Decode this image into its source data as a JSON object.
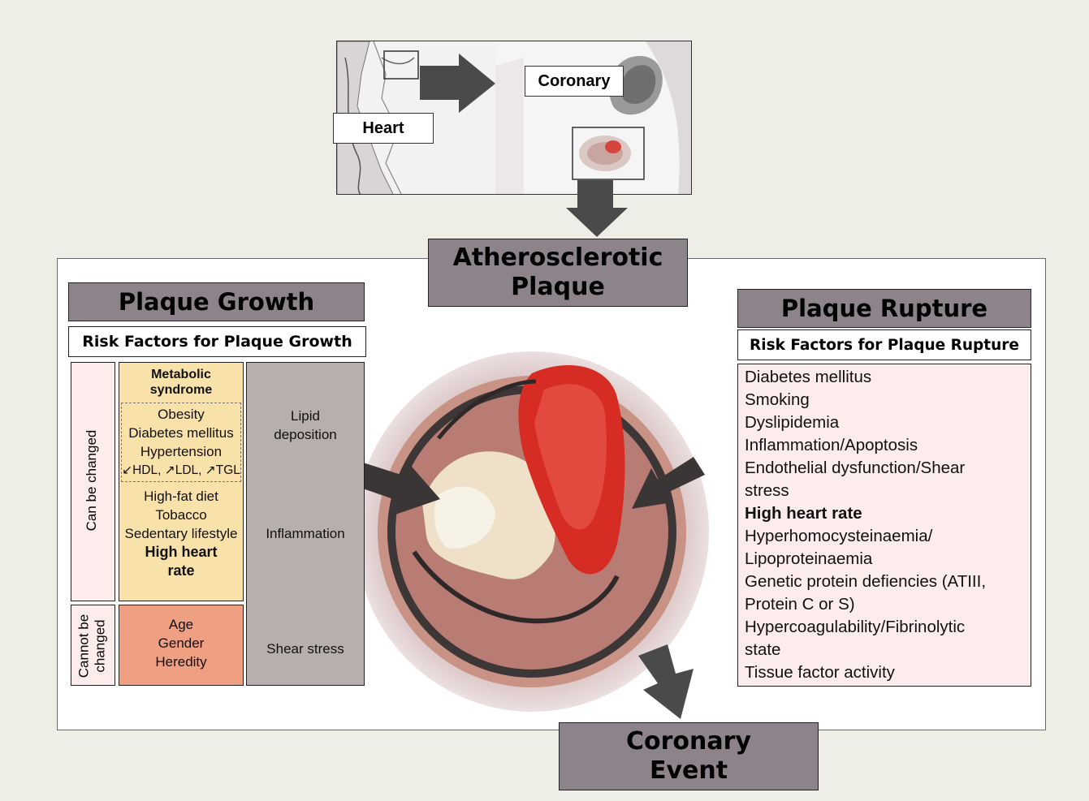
{
  "top_panel": {
    "heart_label": "Heart",
    "coronary_label": "Coronary"
  },
  "center": {
    "plaque_title_line1": "Atherosclerotic",
    "plaque_title_line2": "Plaque",
    "event_title_line1": "Coronary",
    "event_title_line2": "Event"
  },
  "growth": {
    "title": "Plaque Growth",
    "risk_header": "Risk Factors for Plaque Growth",
    "can_be_changed": "Can be changed",
    "cannot_be_changed_line1": "Cannot be",
    "cannot_be_changed_line2": "changed",
    "metabolic_line1": "Metabolic",
    "metabolic_line2": "syndrome",
    "metabolic_items": [
      "Obesity",
      "Diabetes mellitus",
      "Hypertension"
    ],
    "lipid_item": "HDL, ↗LDL, ↗TGL",
    "lipid_arrows": {
      "hdl": "↙",
      "ldl": "↗",
      "tgl": "↗"
    },
    "lipid_hdl": "HDL,",
    "lipid_ldl": "LDL,",
    "lipid_tgl": "TGL",
    "lifestyle_items": [
      "High-fat diet",
      "Tobacco",
      "Sedentary lifestyle"
    ],
    "heart_rate_line1": "High heart",
    "heart_rate_line2": "rate",
    "fixed_items": [
      "Age",
      "Gender",
      "Heredity"
    ],
    "mechanisms": {
      "lipid_line1": "Lipid",
      "lipid_line2": "deposition",
      "inflammation": "Inflammation",
      "shear": "Shear stress"
    }
  },
  "rupture": {
    "title": "Plaque Rupture",
    "risk_header": "Risk Factors for Plaque Rupture",
    "items": [
      {
        "text": "Diabetes mellitus",
        "bold": false
      },
      {
        "text": "Smoking",
        "bold": false
      },
      {
        "text": "Dyslipidemia",
        "bold": false
      },
      {
        "text": "Inflammation/Apoptosis",
        "bold": false
      },
      {
        "text": "Endothelial dysfunction/Shear",
        "bold": false
      },
      {
        "text": "stress",
        "bold": false
      },
      {
        "text": "High heart rate",
        "bold": true
      },
      {
        "text": "Hyperhomocysteinaemia/",
        "bold": false
      },
      {
        "text": "Lipoproteinaemia",
        "bold": false
      },
      {
        "text": "Genetic protein defiencies (ATIII,",
        "bold": false
      },
      {
        "text": "Protein C or S)",
        "bold": false
      },
      {
        "text": "Hypercoagulability/Fibrinolytic",
        "bold": false
      },
      {
        "text": "state",
        "bold": false
      },
      {
        "text": "Tissue factor activity",
        "bold": false
      }
    ]
  },
  "colors": {
    "header_fill": "#8c838b",
    "pink": "#fcecec",
    "yellow": "#f9e1aa",
    "orange": "#ef9f82",
    "grey": "#b7aeae",
    "arrow": "#4a4a4a"
  }
}
